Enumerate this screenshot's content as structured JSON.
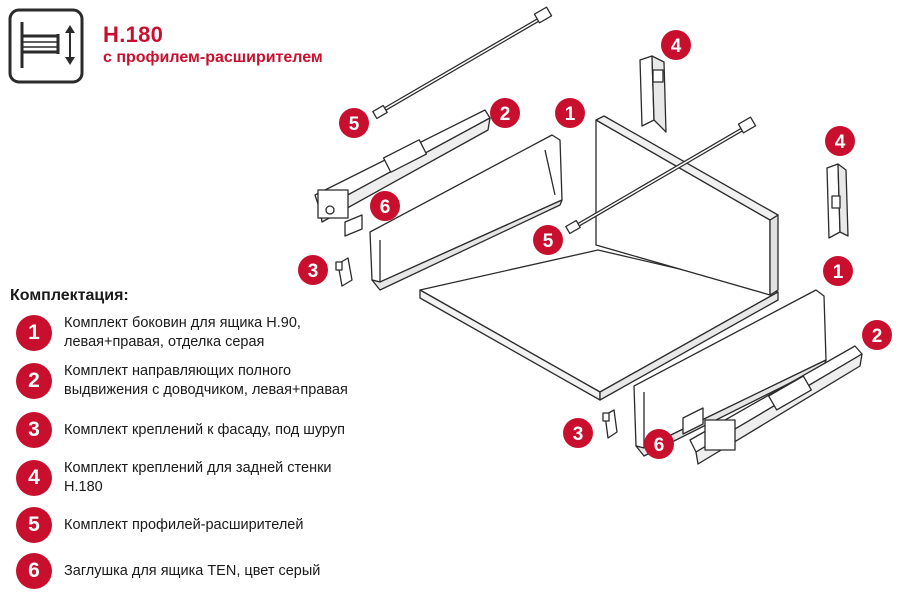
{
  "header": {
    "title": "H.180",
    "subtitle": "с профилем-расширителем",
    "icon": "drawer-height-icon"
  },
  "section_title": "Комплектация:",
  "colors": {
    "accent": "#c8102e",
    "line": "#2b2b2b",
    "panel_fill": "#ffffff"
  },
  "legend": [
    {
      "number": "1",
      "lines": [
        "Комплект боковин для ящика H.90,",
        "левая+правая, отделка серая"
      ]
    },
    {
      "number": "2",
      "lines": [
        "Комплект направляющих полного",
        "выдвижения с доводчиком, левая+правая"
      ]
    },
    {
      "number": "3",
      "lines": [
        "Комплект креплений к фасаду, под шуруп"
      ]
    },
    {
      "number": "4",
      "lines": [
        "Комплект креплений для задней стенки",
        "H.180"
      ]
    },
    {
      "number": "5",
      "lines": [
        "Комплект профилей-расширителей"
      ]
    },
    {
      "number": "6",
      "lines": [
        "Заглушка для ящика TEN, цвет серый"
      ]
    }
  ],
  "callouts": [
    {
      "number": "5",
      "target": "left-rod"
    },
    {
      "number": "2",
      "target": "left-runner"
    },
    {
      "number": "1",
      "target": "left-side-panel"
    },
    {
      "number": "4",
      "target": "back-bracket-left"
    },
    {
      "number": "6",
      "target": "left-cap"
    },
    {
      "number": "3",
      "target": "left-front-bracket"
    },
    {
      "number": "5",
      "target": "center-rod"
    },
    {
      "number": "4",
      "target": "back-bracket-right"
    },
    {
      "number": "1",
      "target": "right-side-panel"
    },
    {
      "number": "2",
      "target": "right-runner"
    },
    {
      "number": "3",
      "target": "right-front-bracket"
    },
    {
      "number": "6",
      "target": "right-cap"
    }
  ]
}
